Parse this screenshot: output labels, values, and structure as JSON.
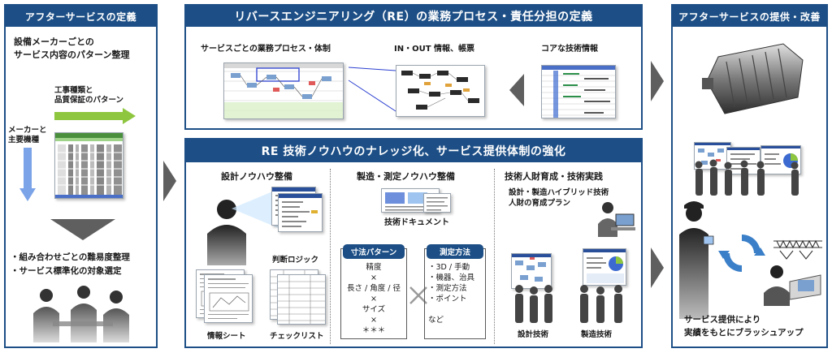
{
  "left": {
    "title": "アフターサービスの定義",
    "heading_1": "設備メーカーごとの",
    "heading_2": "サービス内容のパターン整理",
    "arrow_h_label_1": "工事種類と",
    "arrow_h_label_2": "品質保証のパターン",
    "arrow_v_label_1": "メーカーと",
    "arrow_v_label_2": "主要機種",
    "bullet_1": "・組み合わせごとの難易度整理",
    "bullet_2": "・サービス標準化の対象選定"
  },
  "mid_top": {
    "title": "リバースエンジニアリング（RE）の業務プロセス・責任分担の定義",
    "col_1": "サービスごとの業務プロセス・体制",
    "col_2": "IN・OUT 情報、帳票",
    "col_3": "コアな技術情報"
  },
  "mid_bottom": {
    "title": "RE 技術ノウハウのナレッジ化、サービス提供体制の強化",
    "sec_1": {
      "title": "設計ノウハウ整備",
      "logic_label": "判断ロジック",
      "sheet_label": "情報シート",
      "checklist_label": "チェックリスト"
    },
    "sec_2": {
      "title": "製造・測定ノウハウ整備",
      "doc_label": "技術ドキュメント",
      "dim_tag": "寸法パターン",
      "dim_lines": [
        "精度",
        "×",
        "長さ / 角度 / 径",
        "×",
        "サイズ",
        "×",
        "＊＊＊"
      ],
      "meas_tag": "測定方法",
      "meas_lines": [
        "・3D / 手動",
        "・機器、治具",
        "・測定方法",
        "・ポイント"
      ],
      "meas_etc": "など"
    },
    "sec_3": {
      "title": "技術人財育成・技術実践",
      "sub_1": "設計・製造ハイブリッド技術",
      "sub_2": "人財の育成プラン",
      "design_label": "設計技術",
      "mfg_label": "製造技術"
    }
  },
  "right": {
    "title": "アフターサービスの提供・改善",
    "footer_1": "サービス提供により",
    "footer_2": "実績をもとにブラッシュアップ"
  },
  "colors": {
    "navy": "#1d4f86",
    "arrow_green": "#8ec63f",
    "arrow_blue": "#7ba3e8",
    "chevron_grey": "#5f5f5f",
    "refresh_blue": "#3a7fc8"
  }
}
